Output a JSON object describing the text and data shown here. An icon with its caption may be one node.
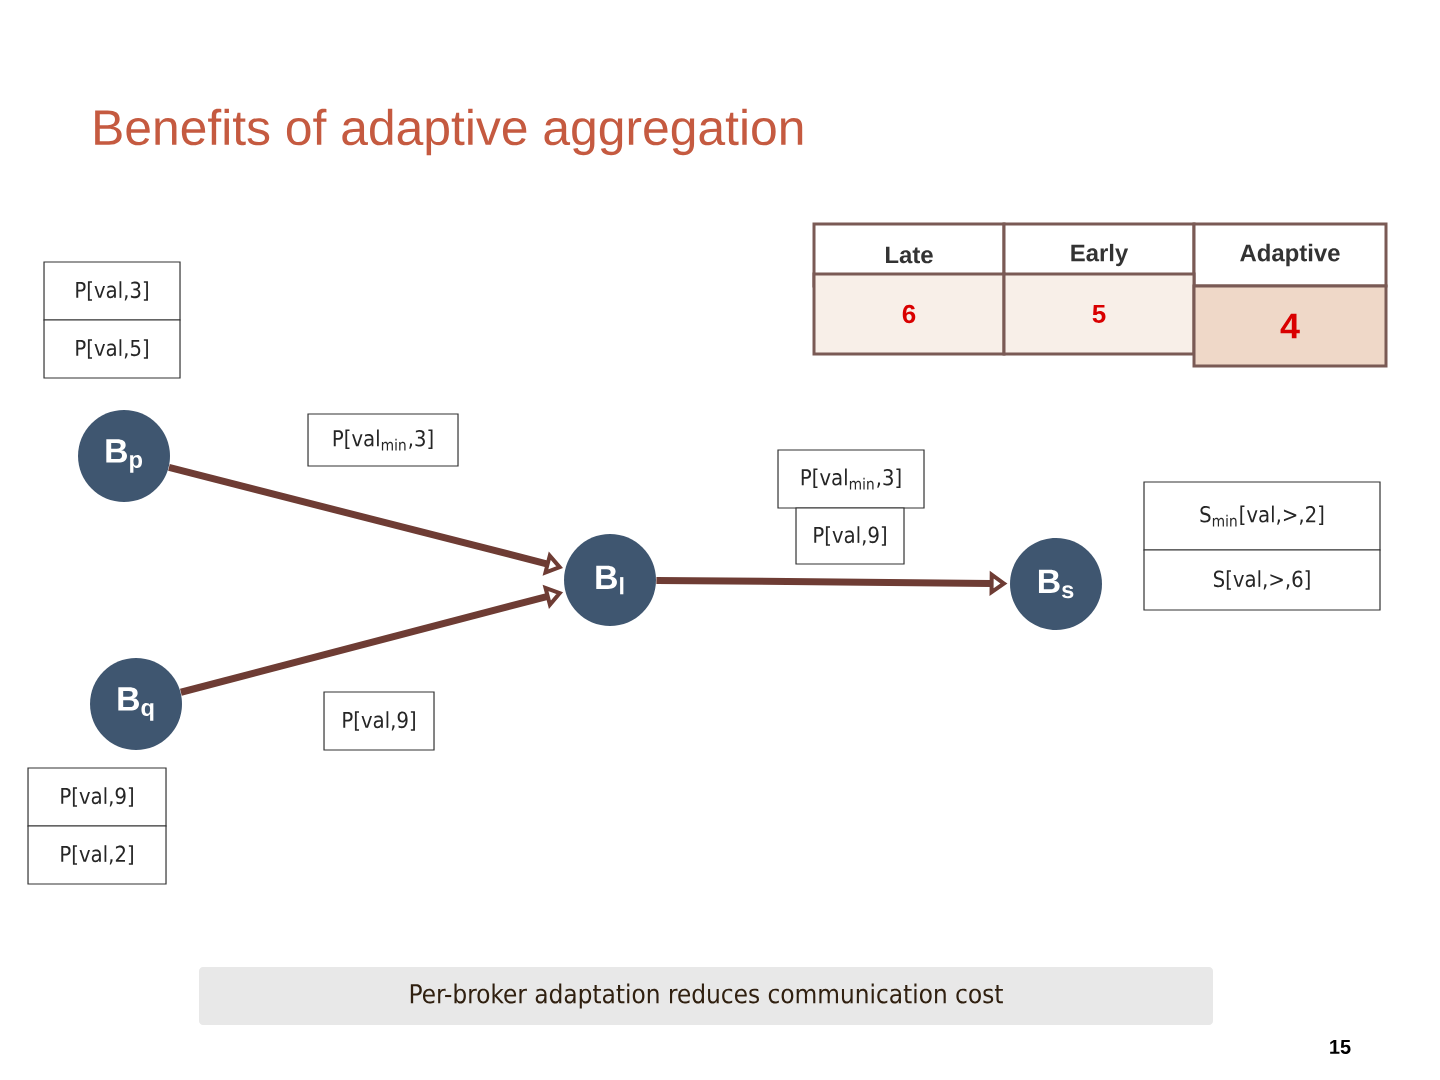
{
  "diagram": {
    "title": "Benefits of adaptive aggregation",
    "caption": "Per-broker adaptation reduces communication cost",
    "nodes": [
      {
        "text": [
          "B$_{p}$"
        ]
      },
      {
        "text": [
          "B$_{l}$"
        ]
      },
      {
        "text": [
          "B$_{s}$"
        ]
      },
      {
        "text": [
          "B$_{q}$"
        ]
      }
    ],
    "edges": [
      {
        "from": 0,
        "to": 1,
        "arrow": "to"
      },
      {
        "from": 3,
        "to": 1,
        "arrow": "to"
      },
      {
        "from": 1,
        "to": 2,
        "arrow": "to"
      }
    ],
    "labels": [
      "Late",
      "Early",
      "Adaptive",
      "6",
      "5",
      "4",
      "P[val,3]",
      "P[val,5]",
      "P[val$_{min}$,3]",
      "P[val$_{min}$,3]",
      "P[val,9]",
      "S$_{min}$[val,>,2]",
      "S[val,>,6]",
      "P[val,9]",
      "P[val,9]",
      "P[val,2]",
      "15"
    ]
  }
}
